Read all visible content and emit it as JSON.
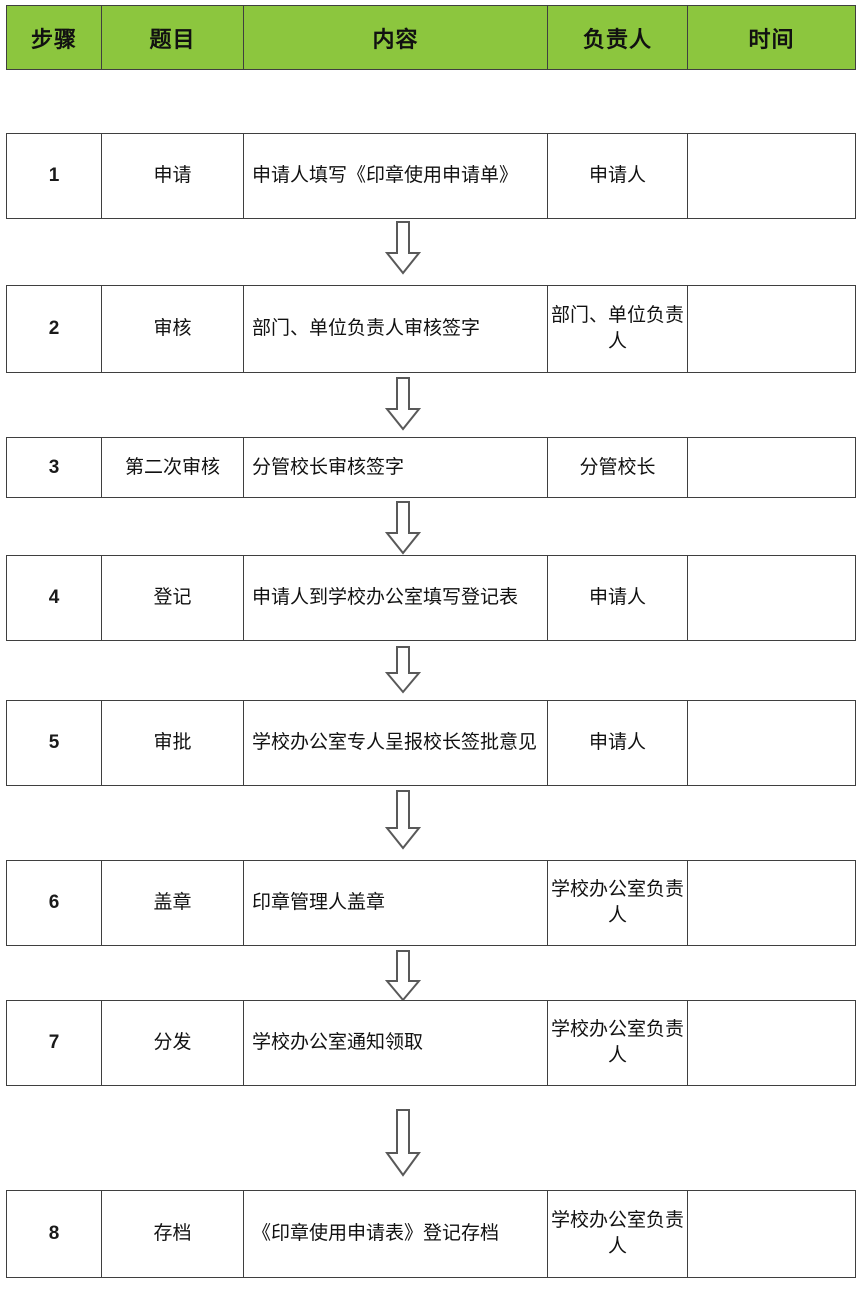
{
  "document": {
    "kind": "flowchart-table",
    "title_visible": false,
    "accent_color": "#8CC63E",
    "border_color": "#3f3f3f"
  },
  "table": {
    "columns": [
      {
        "key": "step",
        "label": "步骤"
      },
      {
        "key": "title",
        "label": "题目"
      },
      {
        "key": "content",
        "label": "内容"
      },
      {
        "key": "owner",
        "label": "负责人"
      },
      {
        "key": "time",
        "label": "时间"
      }
    ],
    "rows": [
      {
        "step": "1",
        "title": "申请",
        "content": "申请人填写《印章使用申请单》",
        "owner": "申请人",
        "time": ""
      },
      {
        "step": "2",
        "title": "审核",
        "content": "部门、单位负责人审核签字",
        "owner": "部门、单位负责人",
        "time": ""
      },
      {
        "step": "3",
        "title": "第二次审核",
        "content": "分管校长审核签字",
        "owner": "分管校长",
        "time": ""
      },
      {
        "step": "4",
        "title": "登记",
        "content": "申请人到学校办公室填写登记表",
        "owner": "申请人",
        "time": ""
      },
      {
        "step": "5",
        "title": "审批",
        "content": "学校办公室专人呈报校长签批意见",
        "owner": "申请人",
        "time": ""
      },
      {
        "step": "6",
        "title": "盖章",
        "content": "印章管理人盖章",
        "owner": "学校办公室负责人",
        "time": ""
      },
      {
        "step": "7",
        "title": "分发",
        "content": "学校办公室通知领取",
        "owner": "学校办公室负责人",
        "time": ""
      },
      {
        "step": "8",
        "title": "存档",
        "content": "《印章使用申请表》登记存档",
        "owner": "学校办公室负责人",
        "time": ""
      }
    ]
  },
  "connectors": [
    {
      "from_step": "1",
      "to_step": "2",
      "icon": "down-arrow-icon"
    },
    {
      "from_step": "2",
      "to_step": "3",
      "icon": "down-arrow-icon"
    },
    {
      "from_step": "3",
      "to_step": "4",
      "icon": "down-arrow-icon"
    },
    {
      "from_step": "4",
      "to_step": "5",
      "icon": "down-arrow-icon"
    },
    {
      "from_step": "5",
      "to_step": "6",
      "icon": "down-arrow-icon"
    },
    {
      "from_step": "6",
      "to_step": "7",
      "icon": "down-arrow-icon"
    },
    {
      "from_step": "7",
      "to_step": "8",
      "icon": "down-arrow-icon"
    }
  ]
}
